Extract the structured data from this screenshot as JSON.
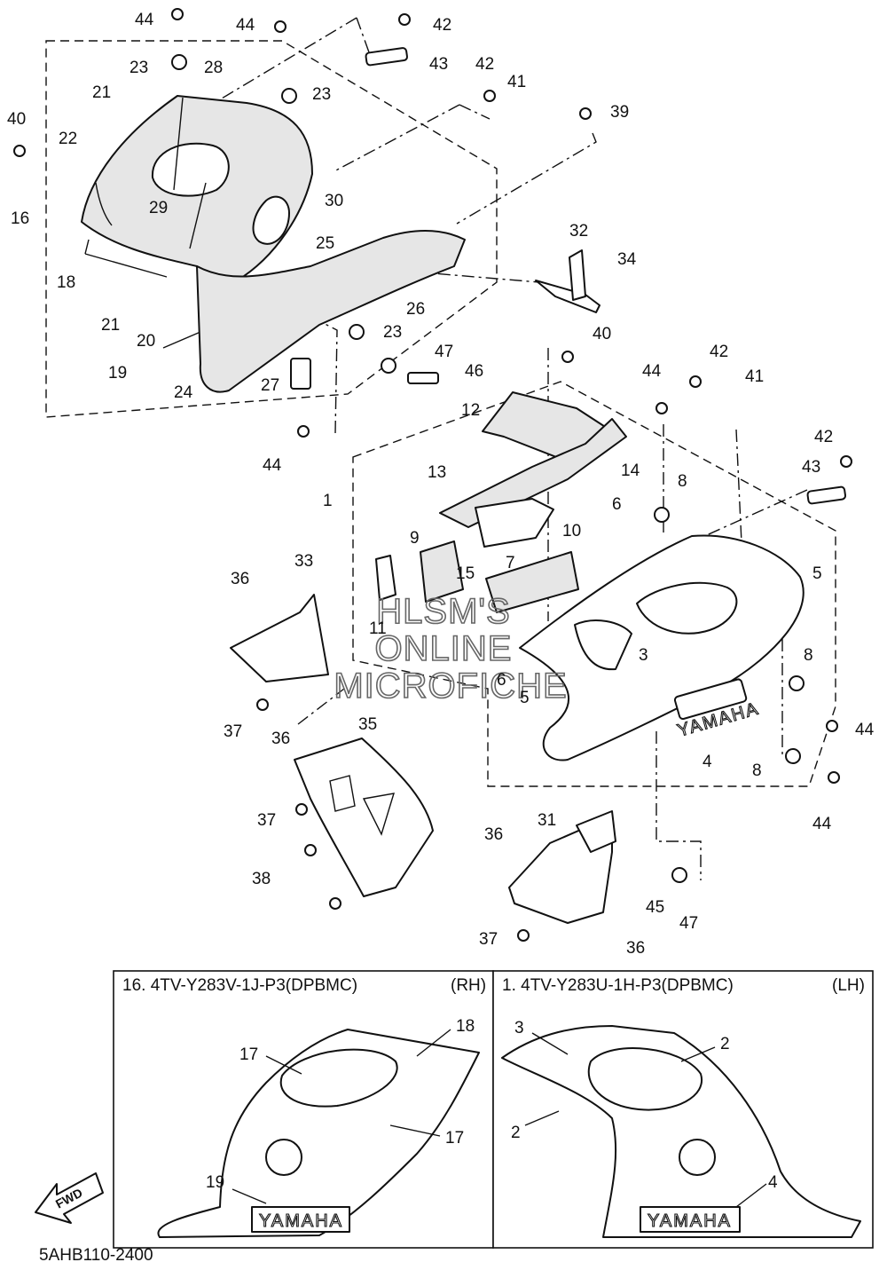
{
  "drawing_number": "5AHB110-2400",
  "watermark": [
    "HLSM'S",
    "ONLINE",
    "MICROFICHE"
  ],
  "fwd_label": "FWD",
  "decal_text": "YAMAHA",
  "legend": {
    "rh": {
      "title": "16. 4TV-Y283V-1J-P3(DPBMC)",
      "side": "(RH)",
      "callouts": [
        "18",
        "17",
        "17",
        "19"
      ]
    },
    "lh": {
      "title": "1. 4TV-Y283U-1H-P3(DPBMC)",
      "side": "(LH)",
      "callouts": [
        "3",
        "2",
        "2",
        "4"
      ]
    }
  },
  "callouts": [
    "44",
    "44",
    "42",
    "43",
    "23",
    "28",
    "21",
    "23",
    "42",
    "41",
    "40",
    "22",
    "39",
    "30",
    "29",
    "16",
    "25",
    "32",
    "34",
    "18",
    "26",
    "21",
    "20",
    "23",
    "40",
    "47",
    "19",
    "46",
    "27",
    "24",
    "42",
    "44",
    "41",
    "44",
    "12",
    "14",
    "42",
    "43",
    "13",
    "1",
    "8",
    "6",
    "9",
    "10",
    "15",
    "7",
    "5",
    "33",
    "36",
    "11",
    "3",
    "37",
    "36",
    "6",
    "5",
    "8",
    "44",
    "35",
    "4",
    "8",
    "37",
    "44",
    "36",
    "31",
    "38",
    "45",
    "47",
    "37",
    "36"
  ]
}
